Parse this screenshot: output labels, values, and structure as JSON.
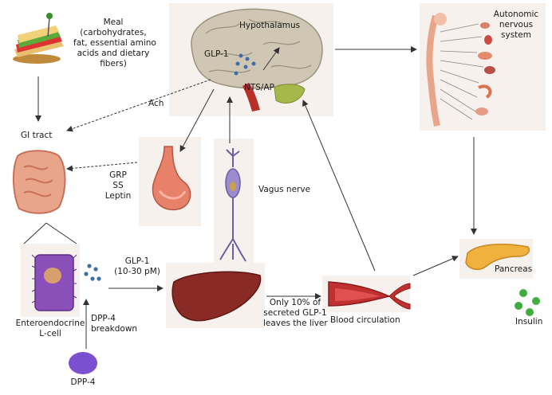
{
  "meal": {
    "title": "Meal",
    "line1": "(carbohydrates,",
    "line2": "fat, essential amino",
    "line3": "acids and dietary",
    "line4": "fibers)"
  },
  "brain": {
    "hypothalamus": "Hypothalamus",
    "glp1": "GLP-1",
    "nts_ap": "NTS/AP"
  },
  "ans": {
    "line1": "Autonomic",
    "line2": "nervous",
    "line3": "system"
  },
  "gi": {
    "title": "GI tract"
  },
  "arrows": {
    "ach": "Ach",
    "grp": "GRP",
    "ss": "SS",
    "leptin": "Leptin"
  },
  "vagus": {
    "label": "Vagus nerve"
  },
  "lcell": {
    "line1": "Enteroendocrine",
    "line2": "L-cell"
  },
  "glp": {
    "label": "GLP-1",
    "conc": "(10-30 pM)"
  },
  "dpp": {
    "breakdown1": "DPP-4",
    "breakdown2": "breakdown",
    "enzyme": "DPP-4"
  },
  "liver": {
    "line1": "Only 10% of",
    "line2": "secreted GLP-1",
    "line3": "leaves the liver"
  },
  "circulation": {
    "label": "Blood circulation"
  },
  "pancreas": {
    "label": "Pancreas"
  },
  "insulin": {
    "label": "Insulin"
  },
  "colors": {
    "panel": "#f6f1ec",
    "arrow": "#333333",
    "glp_dots": "#3f6fa8",
    "insulin": "#3fae3f"
  }
}
